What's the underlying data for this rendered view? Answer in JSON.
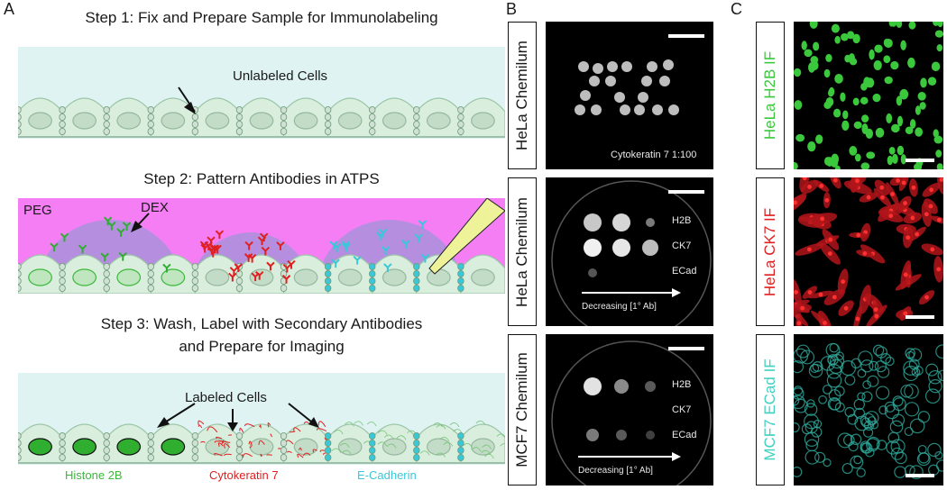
{
  "panel_a": {
    "letter": "A",
    "step1": "Step 1: Fix and Prepare Sample for Immunolabeling",
    "unlabeled": "Unlabeled Cells",
    "step2": "Step 2: Pattern Antibodies in ATPS",
    "peg": "PEG",
    "dex": "DEX",
    "step3_line1": "Step 3: Wash, Label with Secondary Antibodies",
    "step3_line2": "and Prepare for Imaging",
    "labeled": "Labeled Cells",
    "legend": [
      {
        "label": "Histone 2B",
        "color": "#3cb83c"
      },
      {
        "label": "Cytokeratin 7",
        "color": "#e02020"
      },
      {
        "label": "E-Cadherin",
        "color": "#38c8d8"
      }
    ]
  },
  "panel_b": {
    "letter": "B",
    "rows": [
      {
        "label": "HeLa Chemilum",
        "caption": "Cytokeratin 7 1:100"
      },
      {
        "label": "HeLa Chemilum",
        "spots": [
          "H2B",
          "CK7",
          "ECad"
        ],
        "arrow": "Decreasing [1° Ab]"
      },
      {
        "label": "MCF7 Chemilum",
        "spots": [
          "H2B",
          "CK7",
          "ECad"
        ],
        "arrow": "Decreasing [1° Ab]"
      }
    ]
  },
  "panel_c": {
    "letter": "C",
    "rows": [
      {
        "label": "HeLa H2B IF",
        "color": "#3cc83c"
      },
      {
        "label": "HeLa CK7 IF",
        "color": "#e02020"
      },
      {
        "label": "MCF7 ECad IF",
        "color": "#40d0c0"
      }
    ]
  },
  "colors": {
    "medium": "#dff3f3",
    "peg": "#f57ef5",
    "dex": "#b58ee0",
    "cell": "#d9eedd",
    "pipette": "#eef39a"
  }
}
